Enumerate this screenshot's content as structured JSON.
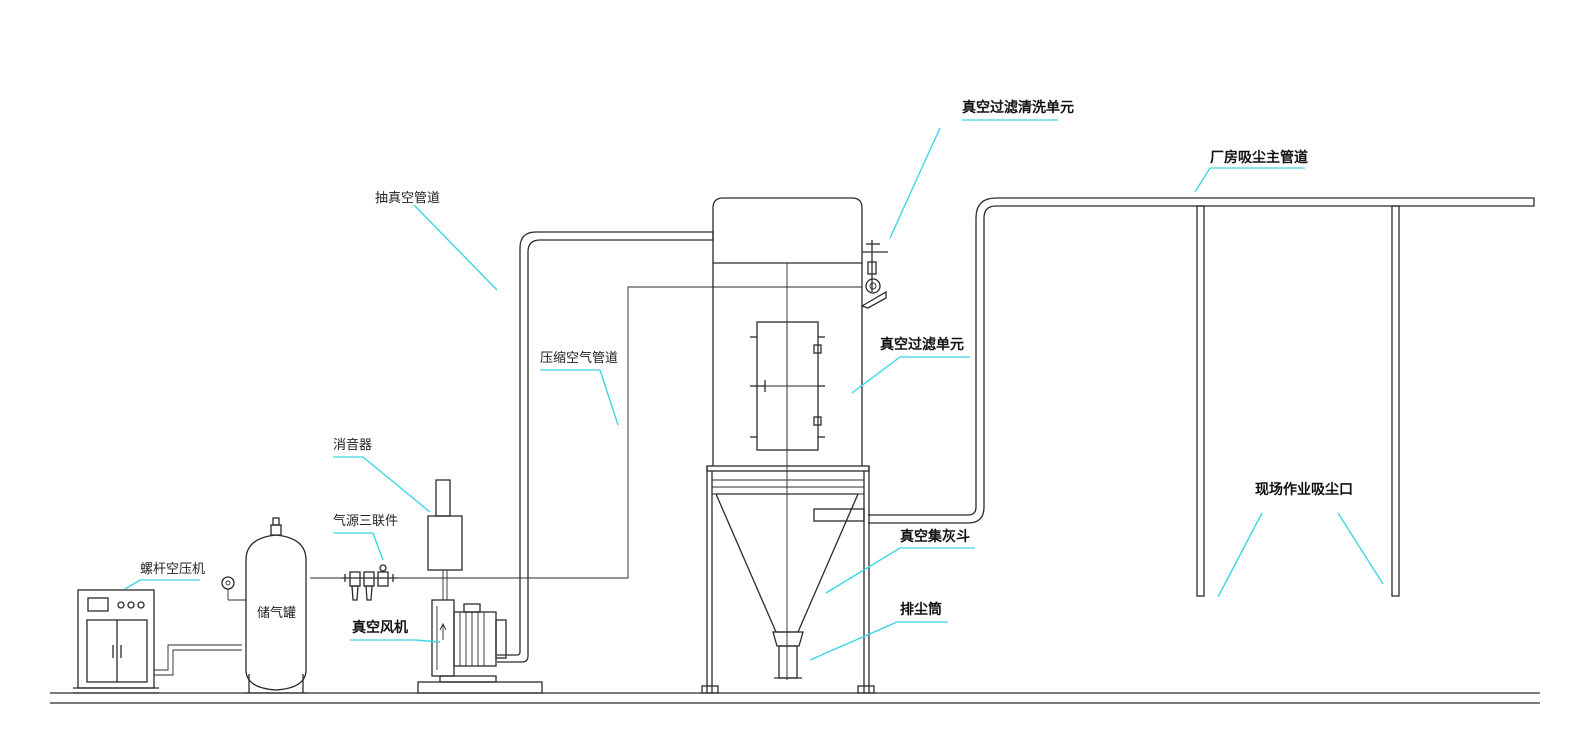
{
  "labels": {
    "vacuum_filter_clean_unit": "真空过滤清洗单元",
    "plant_main_duct": "厂房吸尘主管道",
    "vacuum_pipe": "抽真空管道",
    "compressed_air_pipe": "压缩空气管道",
    "vacuum_filter_unit": "真空过滤单元",
    "silencer": "消音器",
    "air_source_triple": "气源三联件",
    "screw_compressor": "螺杆空压机",
    "air_tank": "储气罐",
    "vacuum_blower": "真空风机",
    "vacuum_dust_hopper": "真空集灰斗",
    "dust_discharge_tube": "排尘筒",
    "site_suction_port": "现场作业吸尘口"
  },
  "colors": {
    "line": "#2b2b2b",
    "leader": "#3cd6e6"
  }
}
